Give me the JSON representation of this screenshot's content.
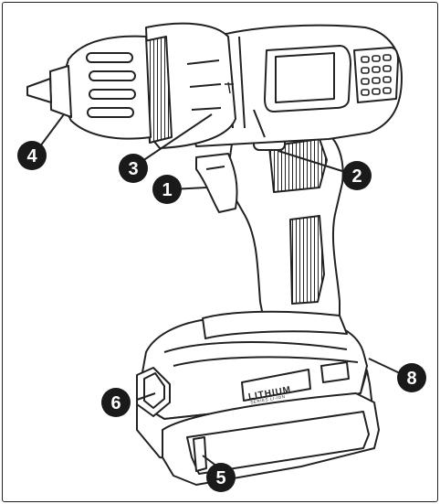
{
  "colors": {
    "ink": "#1a1a1a",
    "outline": "#222222",
    "fill": "#ffffff"
  },
  "battery": {
    "brand_text": "LITHIUM",
    "sub_text": "SERIES LI-ION"
  },
  "callouts": [
    {
      "label": "1"
    },
    {
      "label": "2"
    },
    {
      "label": "3"
    },
    {
      "label": "4"
    },
    {
      "label": "5"
    },
    {
      "label": "6"
    },
    {
      "label": "8"
    }
  ]
}
